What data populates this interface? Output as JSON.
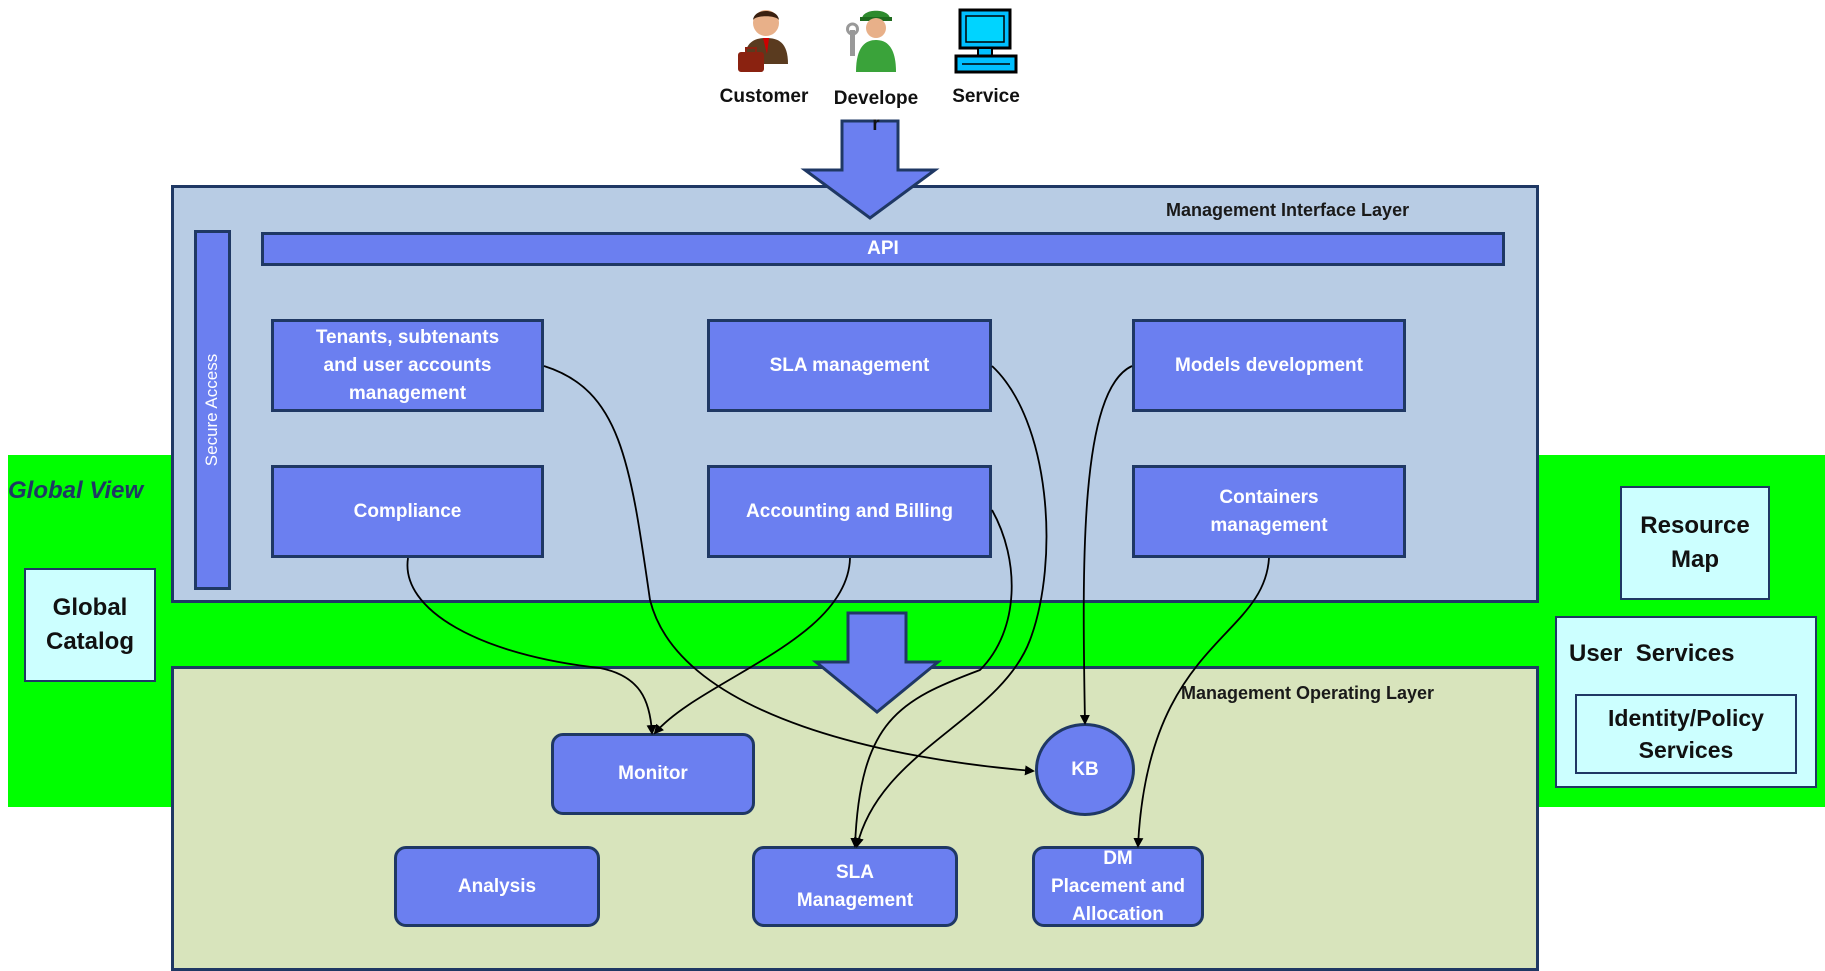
{
  "actors": [
    {
      "label": "Customer",
      "icon": "customer-icon"
    },
    {
      "label": "Develope\nr",
      "icon": "developer-icon"
    },
    {
      "label": "Service",
      "icon": "computer-icon"
    }
  ],
  "global_view": {
    "label": "Global View",
    "global_catalog": "Global\nCatalog",
    "resource_map": "Resource\nMap",
    "user_services": "User  Services",
    "identity_policy": "Identity/Policy\nServices"
  },
  "interface_layer": {
    "title": "Management Interface Layer",
    "api": "API",
    "secure_access": "Secure Access",
    "tenants": "Tenants, subtenants\nand user accounts\nmanagement",
    "sla": "SLA management",
    "models": "Models development",
    "compliance": "Compliance",
    "accounting": "Accounting and Billing",
    "containers": "Containers\nmanagement"
  },
  "operating_layer": {
    "title": "Management Operating Layer",
    "monitor": "Monitor",
    "kb": "KB",
    "analysis": "Analysis",
    "sla_management": "SLA\nManagement",
    "dm": "DM\nPlacement and\nAllocation"
  },
  "colors": {
    "band": "#00ff00",
    "interface_bg": "#b8cce4",
    "operating_bg": "#d8e4bc",
    "box_fill": "#6b7ff0",
    "border": "#1f3864",
    "side_fill": "#ccffff"
  }
}
